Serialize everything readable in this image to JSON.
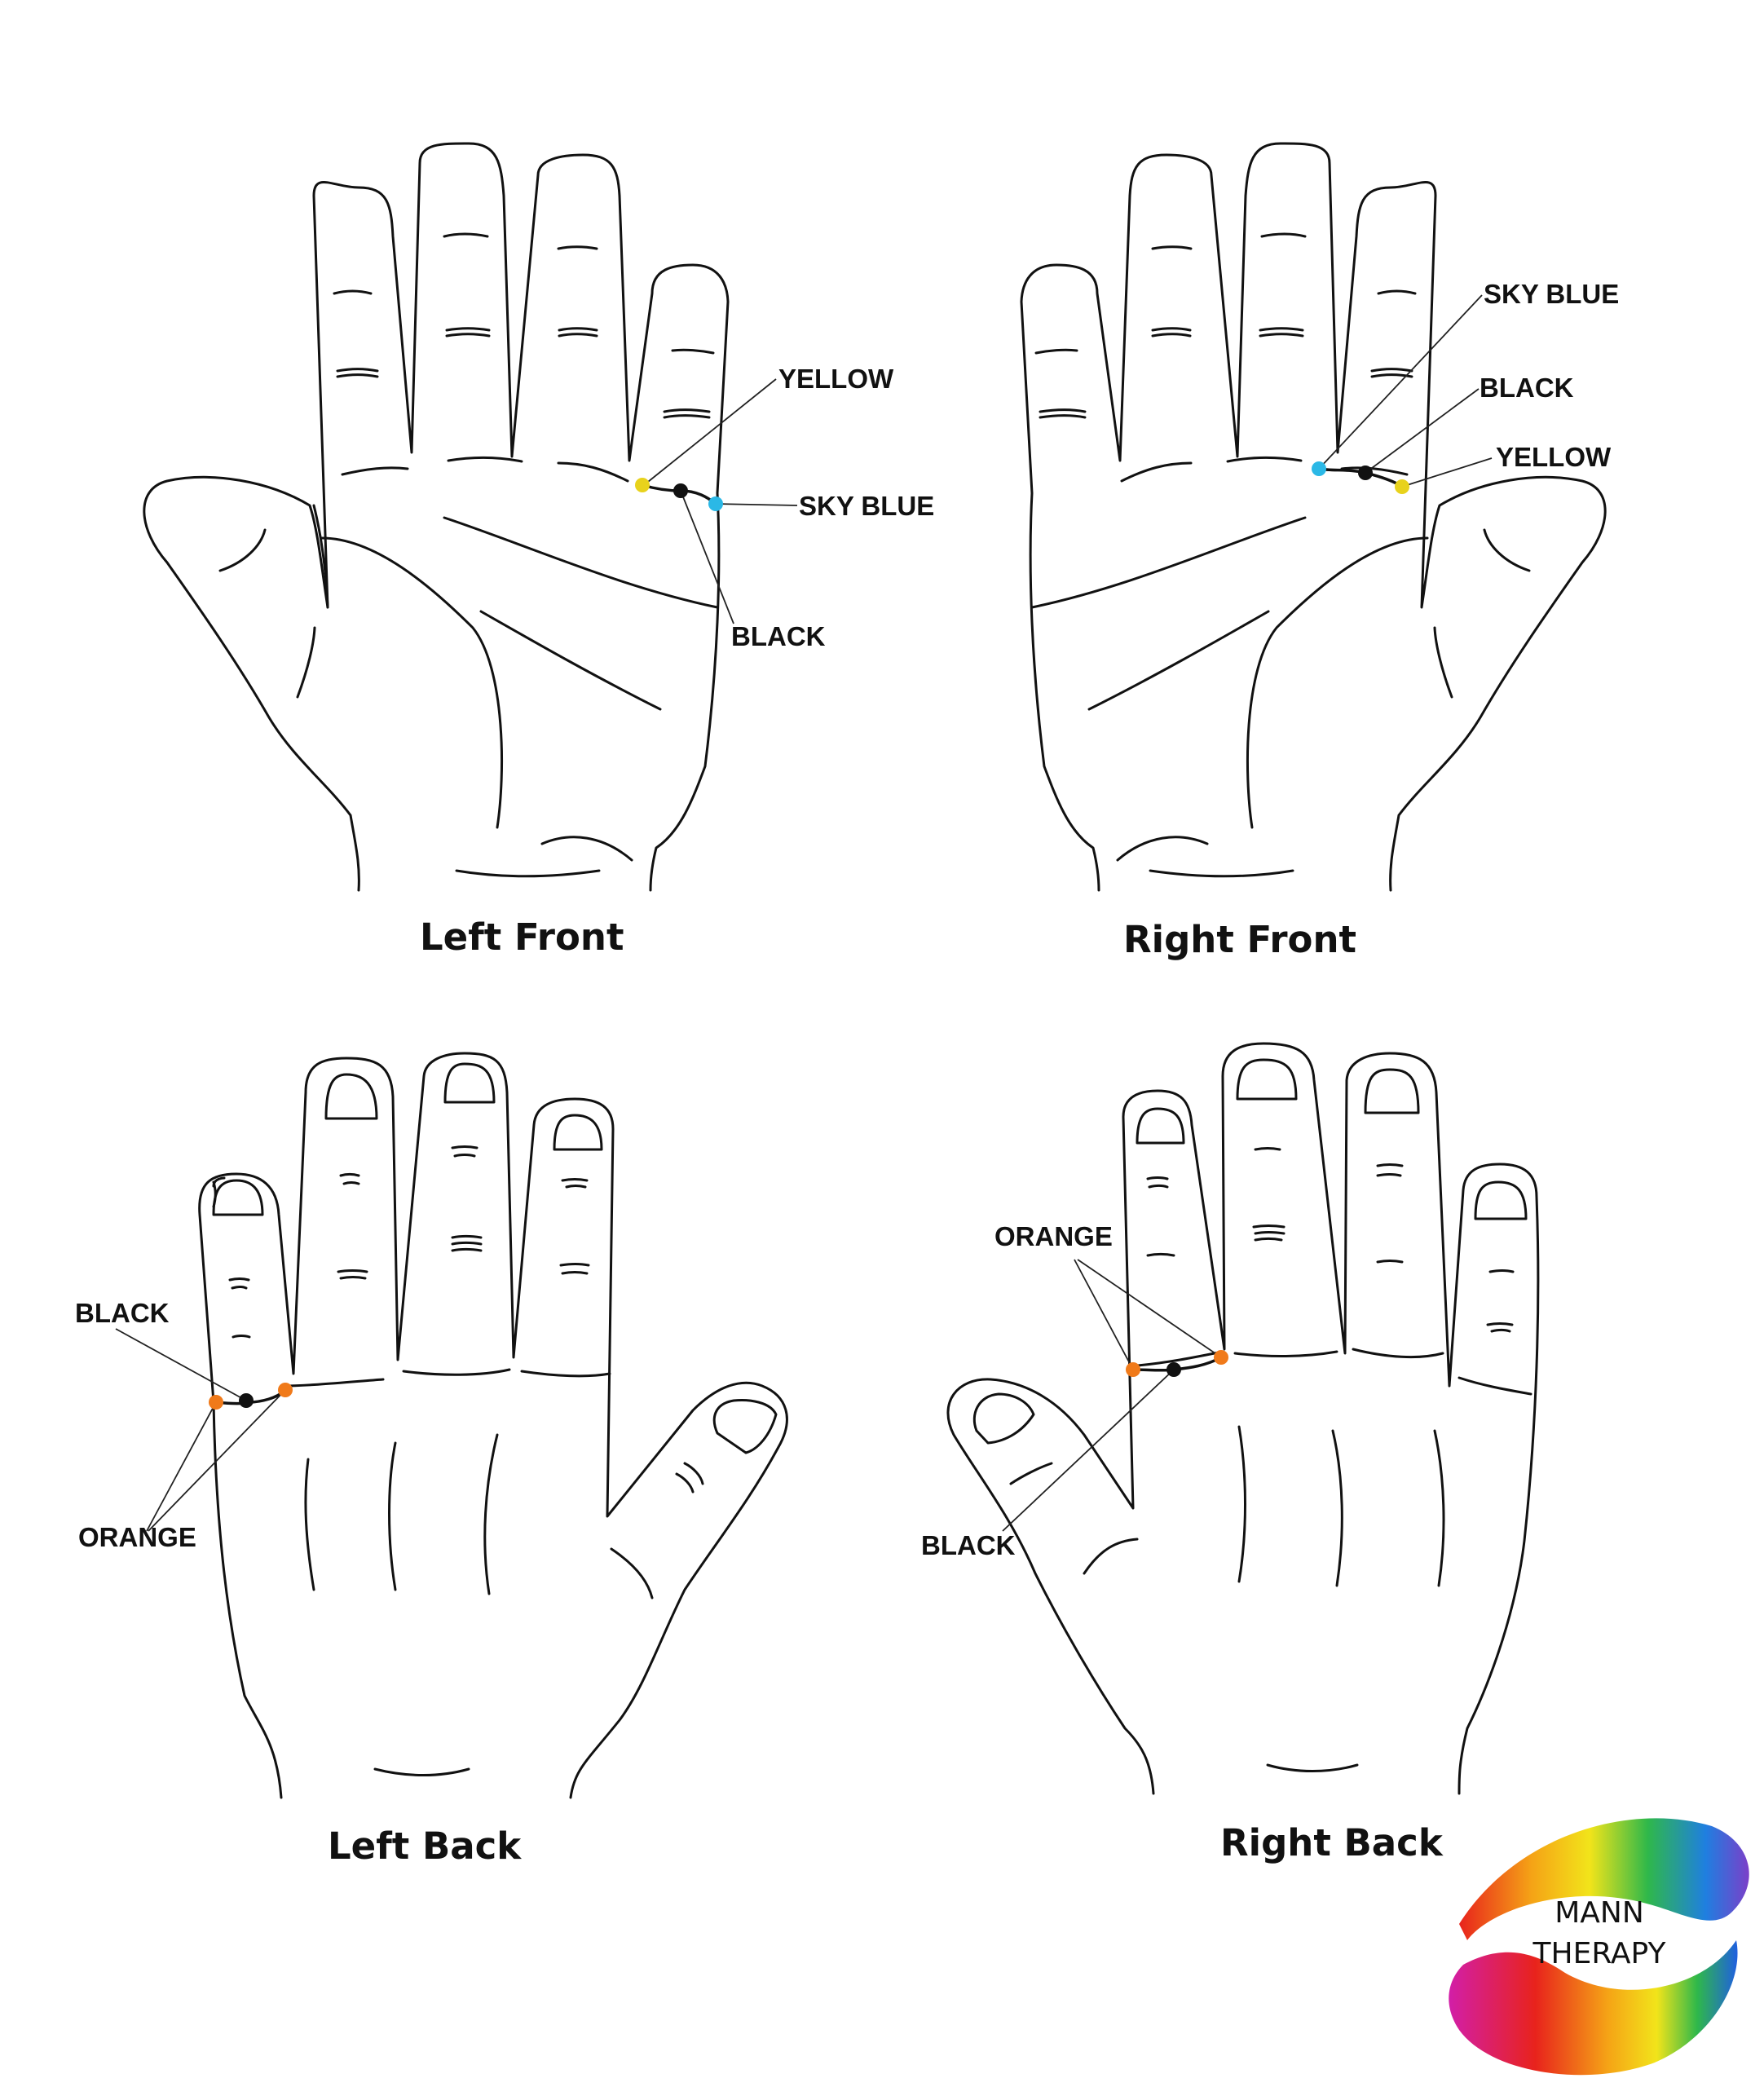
{
  "titles": {
    "left_front": "Left Front",
    "right_front": "Right Front",
    "left_back": "Left Back",
    "right_back": "Right Back"
  },
  "labels": {
    "lf_yellow": "YELLOW",
    "lf_sky_blue": "SKY BLUE",
    "lf_black": "BLACK",
    "rf_sky_blue": "SKY BLUE",
    "rf_black": "BLACK",
    "rf_yellow": "YELLOW",
    "lb_black": "BLACK",
    "lb_orange": "ORANGE",
    "rb_orange": "ORANGE",
    "rb_black": "BLACK"
  },
  "colors": {
    "yellow": "#e8d21c",
    "sky_blue": "#2bb8e6",
    "black": "#111111",
    "orange": "#f07a1a"
  },
  "logo": {
    "line1": "MANN",
    "line2": "THERAPY"
  }
}
